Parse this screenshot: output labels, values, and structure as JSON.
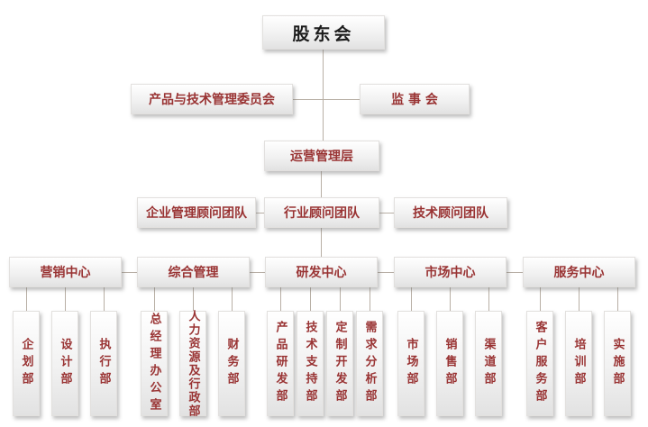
{
  "org": {
    "root": "股东会",
    "committee": "产品与技术管理委员会",
    "supervisory": "监 事 会",
    "operations": "运营管理层",
    "advisors": [
      "企业管理顾问团队",
      "行业顾问团队",
      "技术顾问团队"
    ],
    "centers": [
      "营销中心",
      "综合管理",
      "研发中心",
      "市场中心",
      "服务中心"
    ],
    "departments": {
      "marketing": [
        "企划部",
        "设计部",
        "执行部"
      ],
      "general": [
        "总经理办公室",
        "人力资源及行政部",
        "财务部"
      ],
      "rnd": [
        "产品研发部",
        "技术支持部",
        "定制开发部",
        "需求分析部"
      ],
      "market": [
        "市场部",
        "销售部",
        "渠道部"
      ],
      "service": [
        "客户服务部",
        "培训部",
        "实施部"
      ]
    }
  }
}
